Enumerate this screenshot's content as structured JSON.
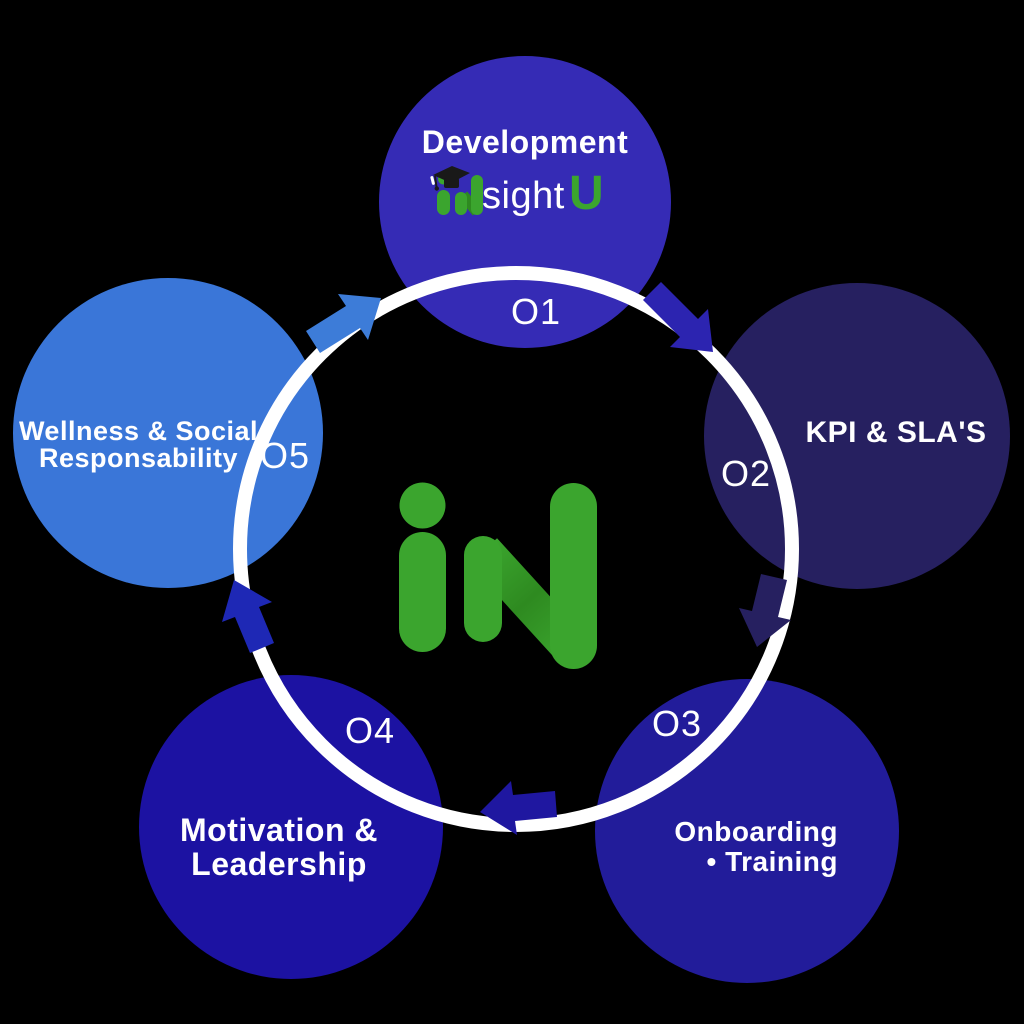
{
  "background_color": "#000000",
  "ring_color": "#ffffff",
  "logo": {
    "text": "iN",
    "green": "#3ba52e",
    "green_dark": "#2e8a20"
  },
  "insightu": {
    "prefix": "iN",
    "middle": "sight",
    "suffix": "U",
    "cap_color": "#191919",
    "text_color": "#ffffff"
  },
  "steps": [
    {
      "number": "O1",
      "title_lines": [
        "Development"
      ],
      "color": "#352bb5"
    },
    {
      "number": "O2",
      "title_lines": [
        "KPI & SLA'S"
      ],
      "color": "#262060"
    },
    {
      "number": "O3",
      "title_lines": [
        "Onboarding",
        "• Training"
      ],
      "color": "#221c9a"
    },
    {
      "number": "O4",
      "title_lines": [
        "Motivation &",
        "Leadership"
      ],
      "color": "#1c12a2"
    },
    {
      "number": "O5",
      "title_lines": [
        "Wellness & Social",
        "Responsability"
      ],
      "color": "#3a76d8"
    }
  ],
  "arrows": [
    {
      "from": "O5",
      "to": "O1",
      "color": "#3d7cd8"
    },
    {
      "from": "O1",
      "to": "O2",
      "color": "#2c24b0"
    },
    {
      "from": "O2",
      "to": "O3",
      "color": "#262060"
    },
    {
      "from": "O3",
      "to": "O4",
      "color": "#1f17a0"
    },
    {
      "from": "O4",
      "to": "O5",
      "color": "#1e28b5"
    }
  ]
}
